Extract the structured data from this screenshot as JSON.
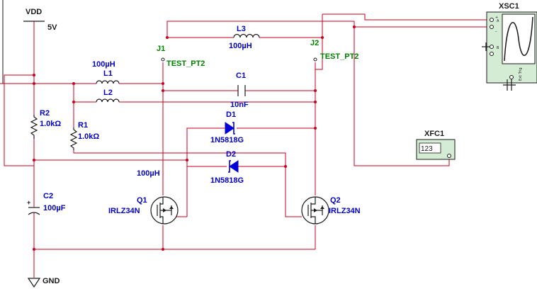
{
  "power": {
    "vdd_label": "VDD",
    "vdd_value": "5V",
    "gnd_label": "GND"
  },
  "components": {
    "R1": {
      "ref": "R1",
      "value": "1.0kΩ"
    },
    "R2": {
      "ref": "R2",
      "value": "1.0kΩ"
    },
    "L1": {
      "ref": "L1",
      "value": "100µH"
    },
    "L2": {
      "ref": "L2",
      "value": "100µH"
    },
    "L3": {
      "ref": "L3",
      "value": "100µH"
    },
    "C1": {
      "ref": "C1",
      "value": "10nF"
    },
    "C2": {
      "ref": "C2",
      "value": "100µF"
    },
    "D1": {
      "ref": "D1",
      "value": "1N5818G"
    },
    "D2": {
      "ref": "D2",
      "value": "1N5818G"
    },
    "Q1": {
      "ref": "Q1",
      "value": "IRLZ34N"
    },
    "Q2": {
      "ref": "Q2",
      "value": "IRLZ34N"
    },
    "J1": {
      "ref": "J1",
      "value": "TEST_PT2"
    },
    "J2": {
      "ref": "J2",
      "value": "TEST_PT2"
    }
  },
  "instruments": {
    "oscilloscope": {
      "ref": "XSC1",
      "ch_a": "A",
      "ch_b": "B",
      "ext_trig": "Ext Trig",
      "plus": "+",
      "minus": "_"
    },
    "counter": {
      "ref": "XFC1",
      "display": "123"
    }
  },
  "colors": {
    "wire": "#c8001e",
    "component": "#1a1a1a",
    "label_blue": "#0000c8",
    "label_green": "#008000",
    "instrument_body": "#d4ecd4"
  }
}
